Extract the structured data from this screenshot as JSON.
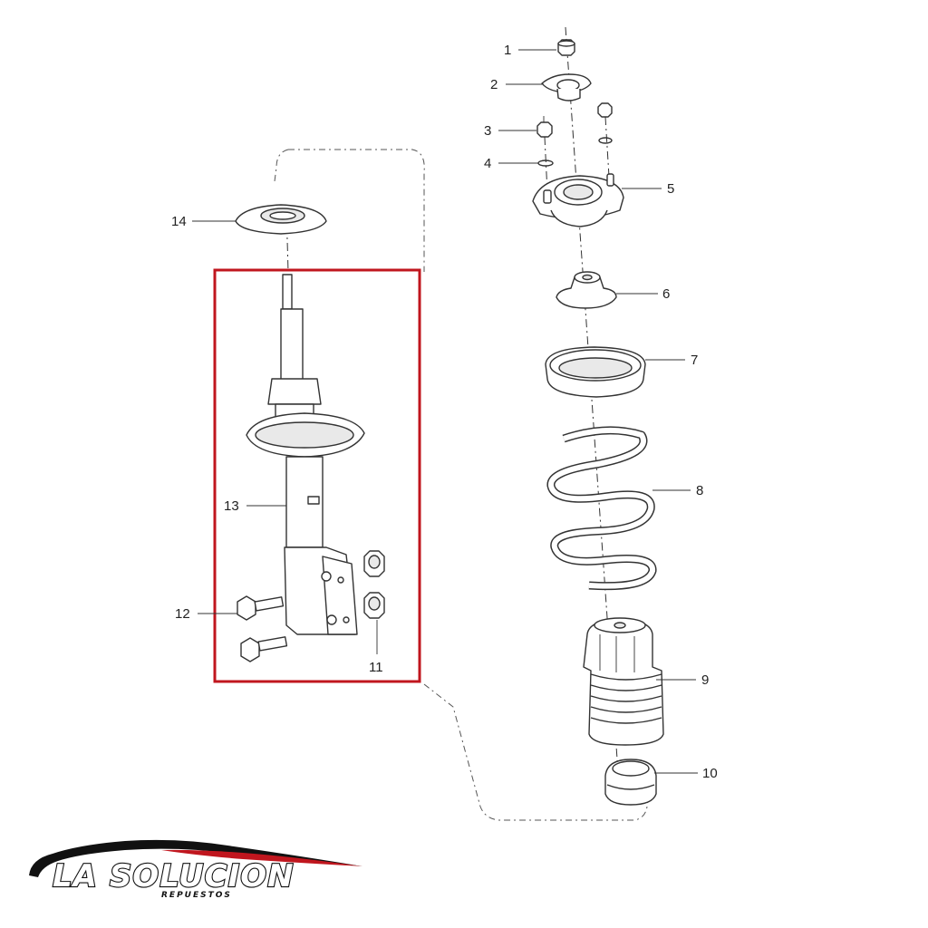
{
  "callouts": [
    {
      "id": "1",
      "part": "nut"
    },
    {
      "id": "2",
      "part": "washer"
    },
    {
      "id": "3",
      "part": "nut"
    },
    {
      "id": "4",
      "part": "washer"
    },
    {
      "id": "5",
      "part": "strut-mount"
    },
    {
      "id": "6",
      "part": "bearing"
    },
    {
      "id": "7",
      "part": "upper-spring-seat"
    },
    {
      "id": "8",
      "part": "coil-spring"
    },
    {
      "id": "9",
      "part": "dust-boot"
    },
    {
      "id": "10",
      "part": "bump-stop"
    },
    {
      "id": "11",
      "part": "nut"
    },
    {
      "id": "12",
      "part": "bolt"
    },
    {
      "id": "13",
      "part": "strut-assembly"
    },
    {
      "id": "14",
      "part": "insulator"
    }
  ],
  "highlight": {
    "color": "#c0161e"
  },
  "logo": {
    "text": "LA SOLUCION",
    "subtext": "REPUESTOS",
    "swoosh_color": "#c0161e",
    "ink_color": "#111111"
  }
}
